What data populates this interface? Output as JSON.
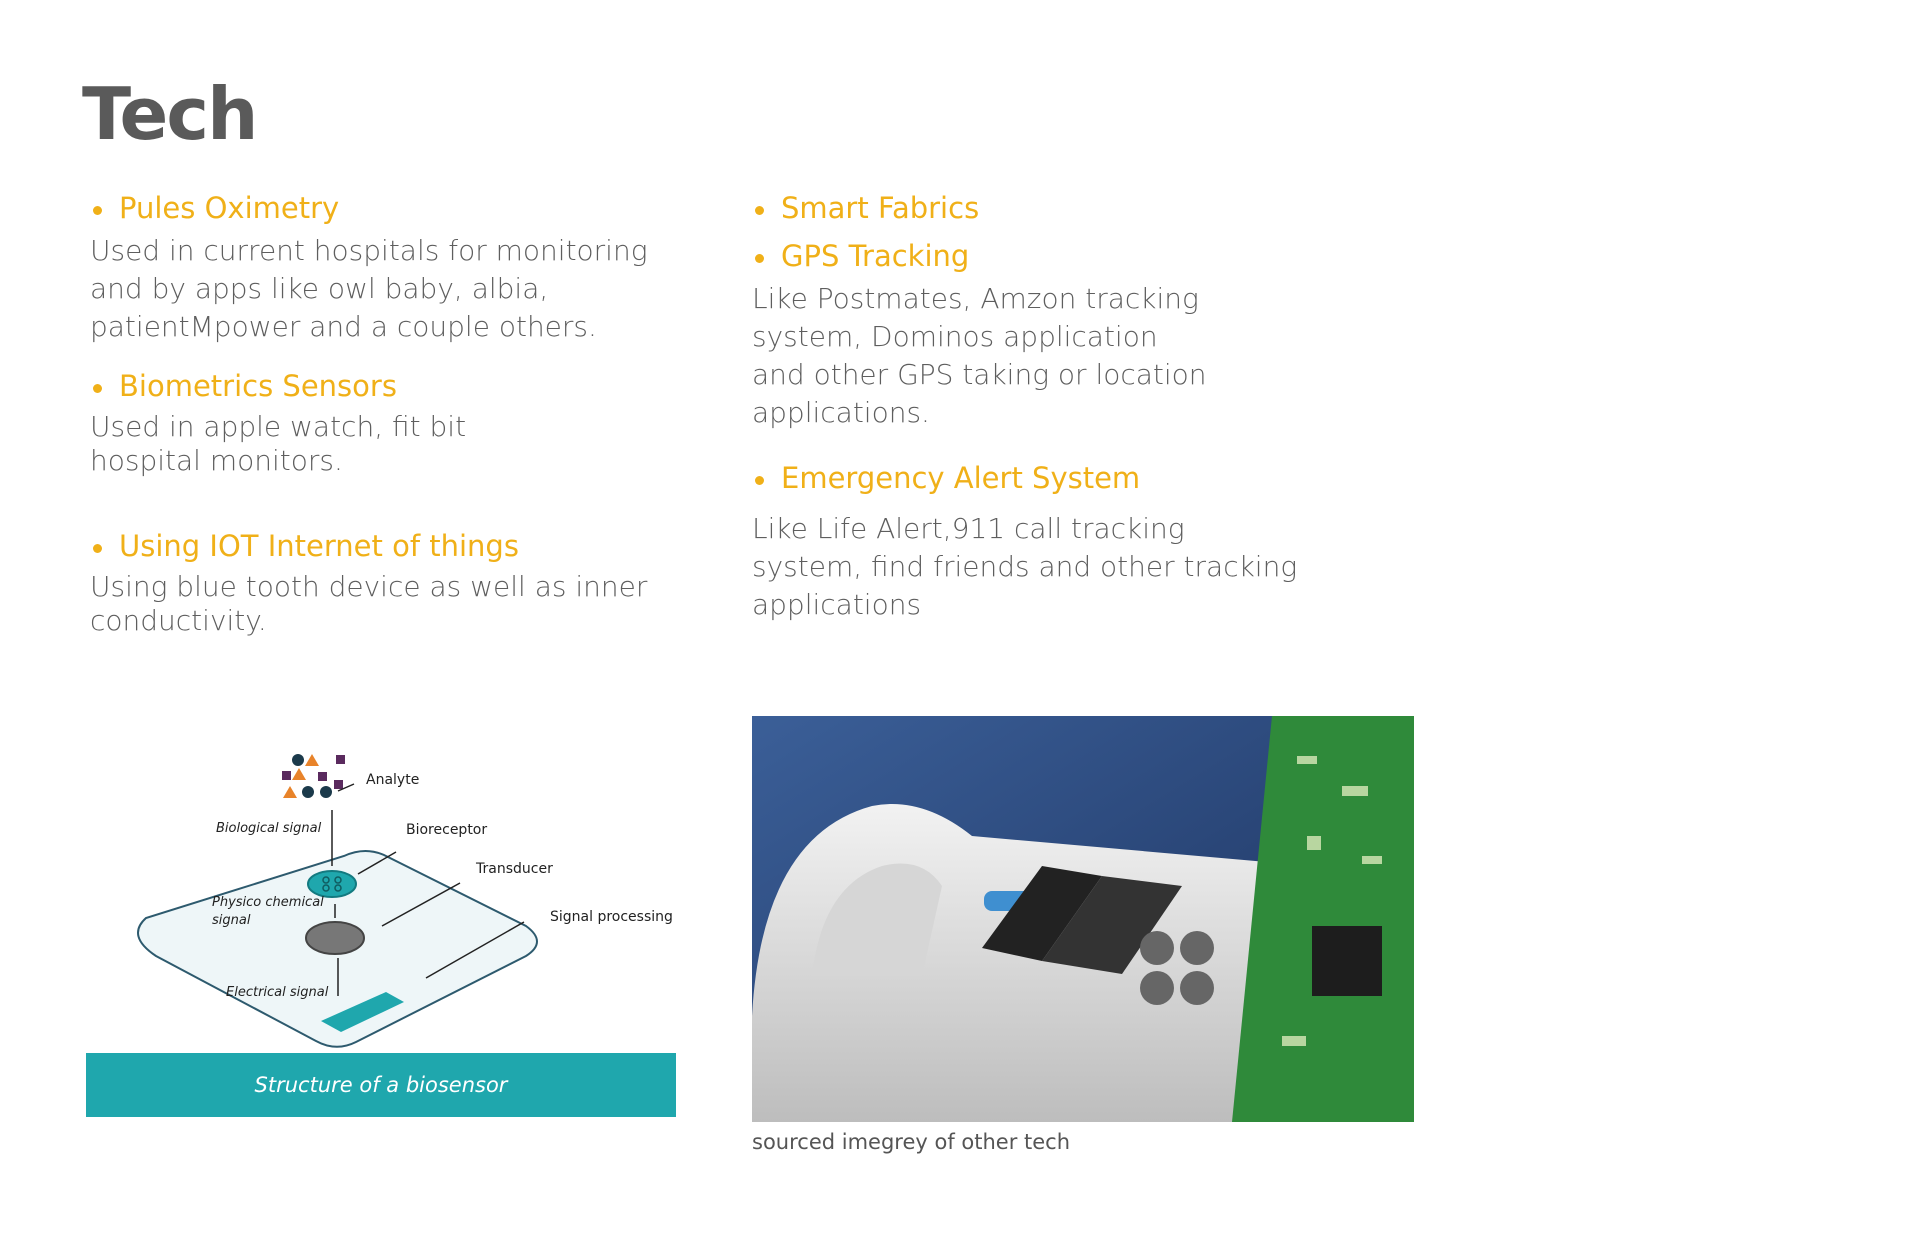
{
  "page": {
    "title": "Tech"
  },
  "left_column": [
    {
      "heading": "Pules Oximetry",
      "description": "Used in current hospitals for monitoring\nand by apps like owl baby, albia,\npatientMpower and a couple others."
    },
    {
      "heading": "Biometrics Sensors",
      "description": "Used in apple watch, fit bit\nhospital monitors."
    },
    {
      "heading": "Using IOT Internet of things",
      "description": "Using blue tooth device as well as inner\nconductivity."
    }
  ],
  "right_column": [
    {
      "heading": "Smart Fabrics"
    },
    {
      "heading": "GPS Tracking",
      "description": "Like Postmates, Amzon tracking\nsystem, Dominos application\nand other GPS taking or location\napplications."
    },
    {
      "heading": "Emergency Alert System",
      "description": "Like Life Alert,911 call tracking\nsystem, find friends and other tracking\napplications"
    }
  ],
  "biosensor_figure": {
    "labels": {
      "analyte": "Analyte",
      "biological_signal": "Biological signal",
      "bioreceptor": "Bioreceptor",
      "transducer": "Transducer",
      "physico_chemical_line1": "Physico chemical",
      "physico_chemical_line2": "signal",
      "signal_processing": "Signal processing",
      "electrical_signal": "Electrical signal"
    },
    "caption": "Structure of a biosensor",
    "accent_color": "#1fa7ad"
  },
  "photo": {
    "caption": "sourced imegrey of other tech"
  },
  "colors": {
    "heading": "#f0b018",
    "title": "#5a5a5a",
    "body_text": "#5e5e5e"
  }
}
